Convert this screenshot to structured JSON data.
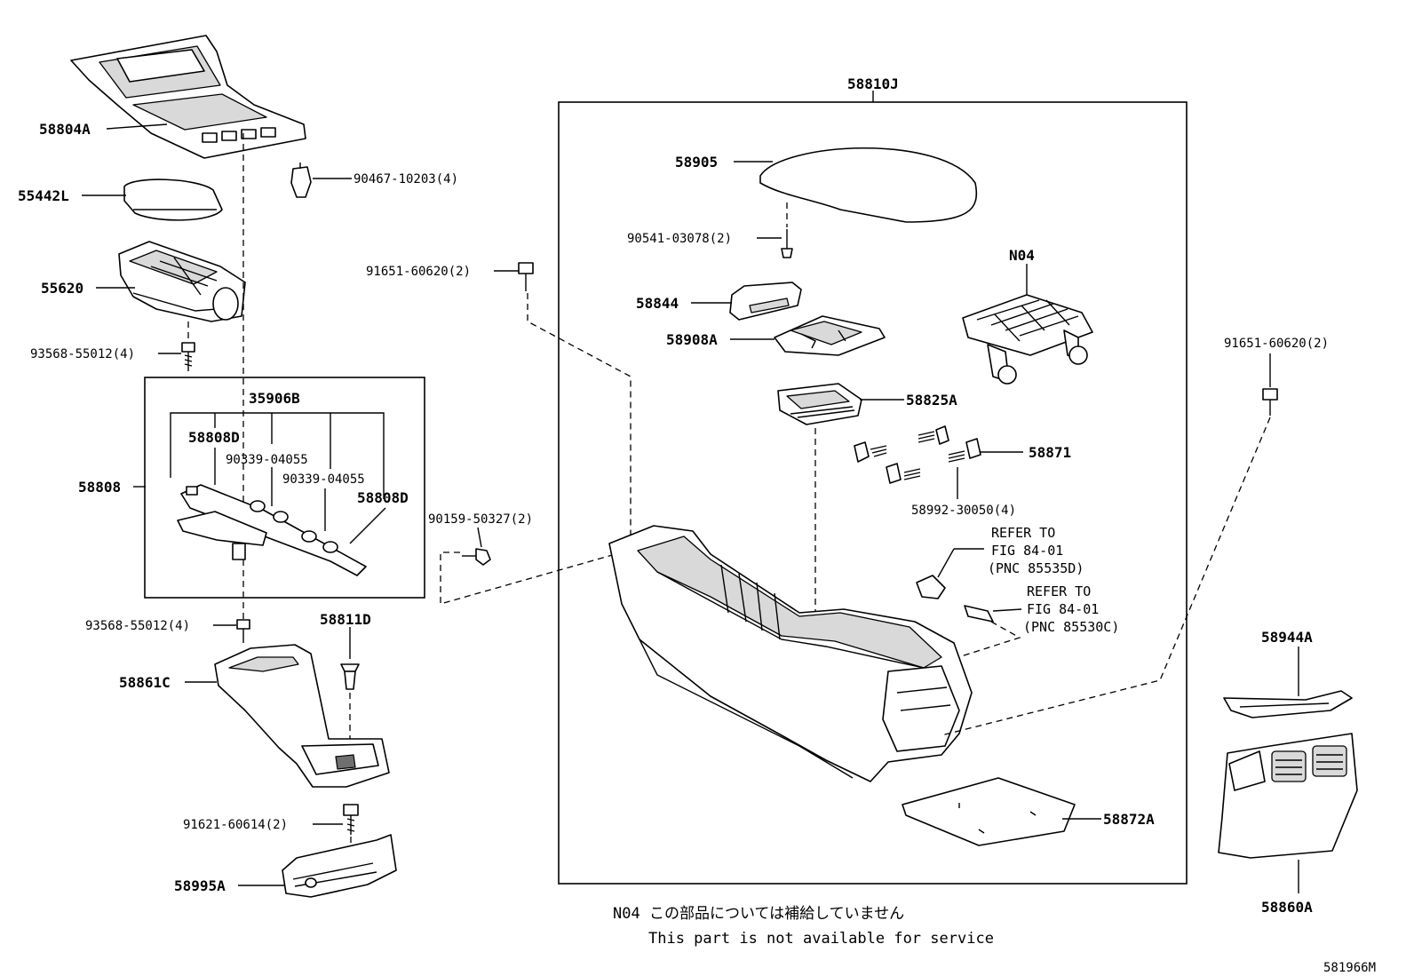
{
  "labels": {
    "l58804A": "58804A",
    "l90467": "90467-10203(4)",
    "l55442L": "55442L",
    "l55620": "55620",
    "l93568a": "93568-55012(4)",
    "l35906B": "35906B",
    "l58808D_a": "58808D",
    "l90339_a": "90339-04055",
    "l90339_b": "90339-04055",
    "l58808D_b": "58808D",
    "l58808": "58808",
    "l93568b": "93568-55012(4)",
    "l58811D": "58811D",
    "l58861C": "58861C",
    "l91621": "91621-60614(2)",
    "l58995A": "58995A",
    "l91651a": "91651-60620(2)",
    "l90159": "90159-50327(2)",
    "l58810J": "58810J",
    "l58905": "58905",
    "l90541": "90541-03078(2)",
    "lN04": "N04",
    "l58844": "58844",
    "l58908A": "58908A",
    "l58825A": "58825A",
    "l58871": "58871",
    "l58992": "58992-30050(4)",
    "lRefer1_1": "REFER TO",
    "lRefer1_2": "FIG 84-01",
    "lRefer1_3": "(PNC 85535D)",
    "lRefer2_1": "REFER TO",
    "lRefer2_2": "FIG 84-01",
    "lRefer2_3": "(PNC 85530C)",
    "l58872A": "58872A",
    "l91651b": "91651-60620(2)",
    "l58944A": "58944A",
    "l58860A": "58860A"
  },
  "footnote": {
    "jp": "N04 この部品については補給していません",
    "en": "This part is not available for service"
  },
  "figure_id": "581966M"
}
